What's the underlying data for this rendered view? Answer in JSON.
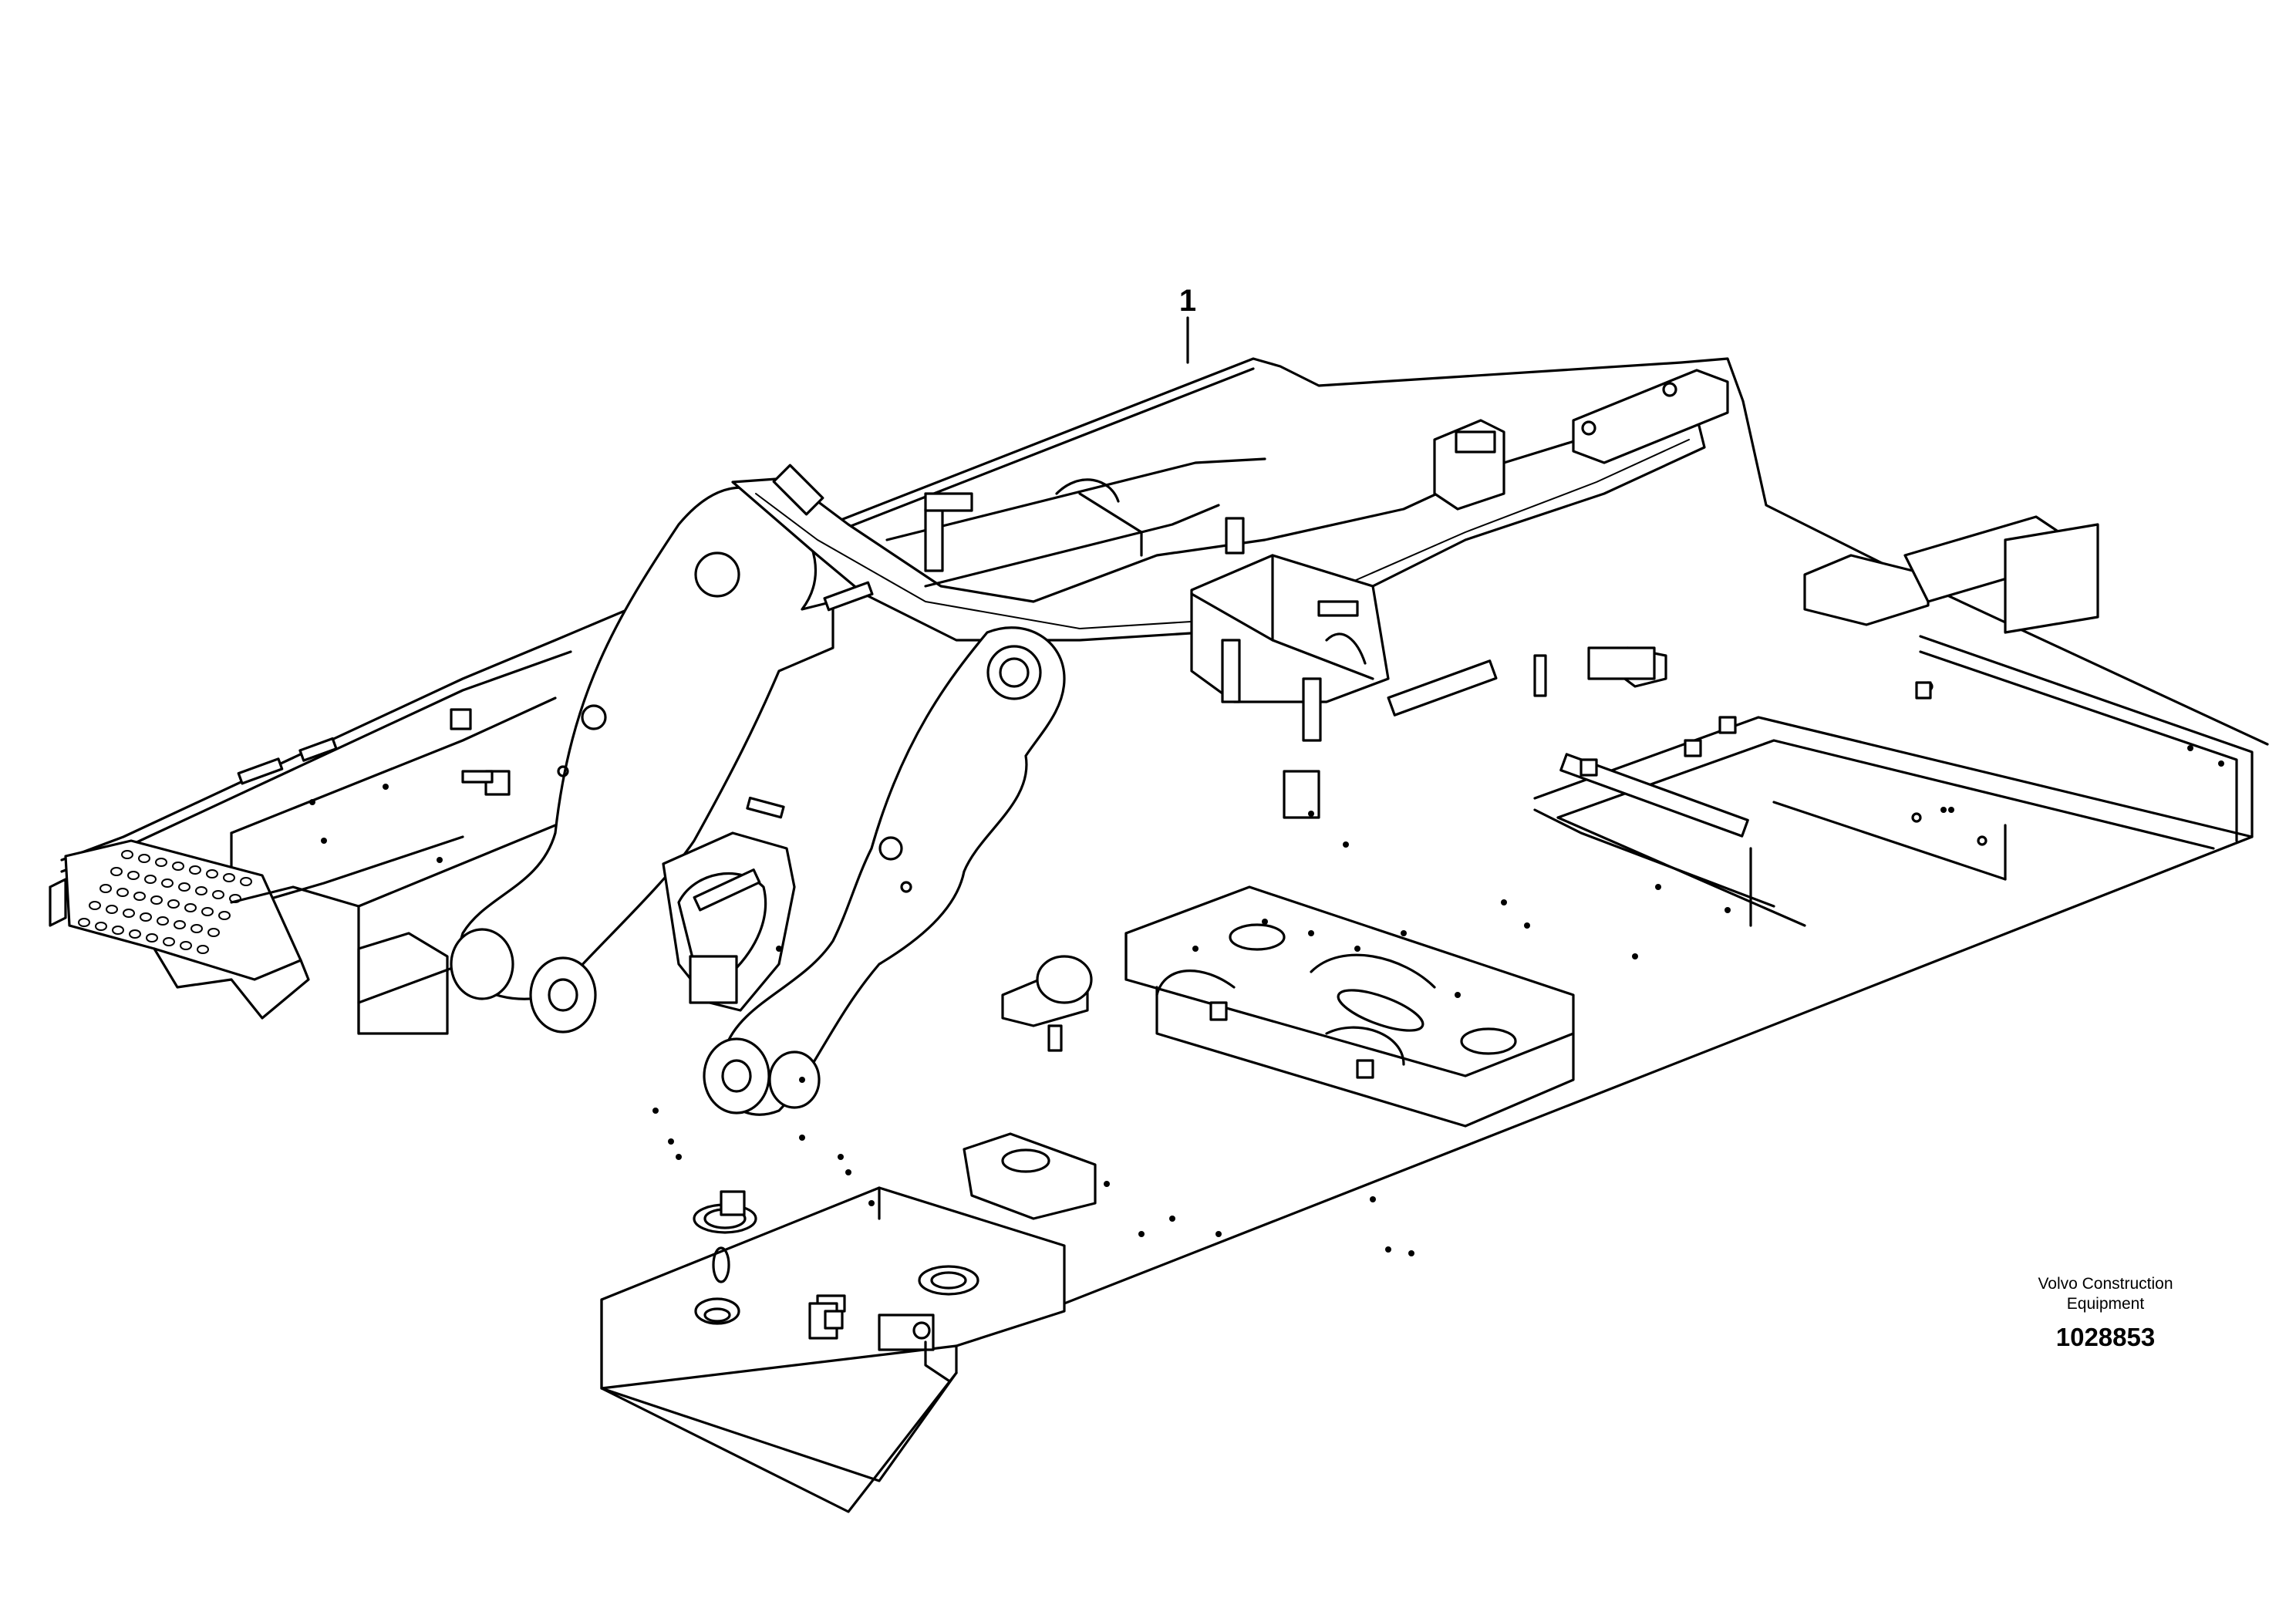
{
  "callouts": [
    {
      "number": "1",
      "target": "frame-assembly"
    }
  ],
  "brand": {
    "line1": "Volvo Construction",
    "line2": "Equipment"
  },
  "drawing_id": "1028853",
  "colors": {
    "line": "#000000",
    "background": "#ffffff"
  }
}
